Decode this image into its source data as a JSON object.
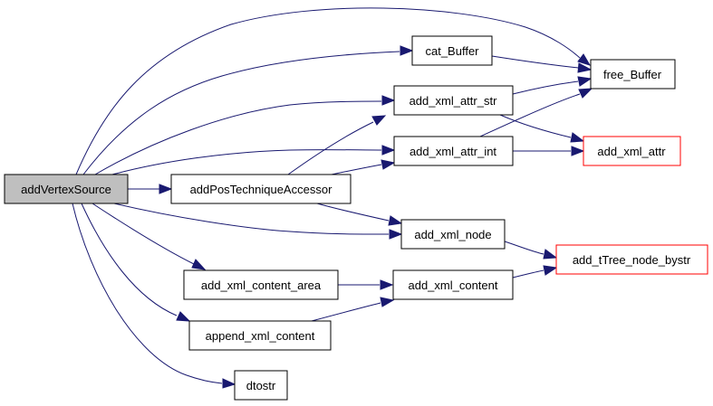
{
  "graph": {
    "nodes": {
      "addVertexSource": "addVertexSource",
      "addPosTechniqueAccessor": "addPosTechniqueAccessor",
      "cat_Buffer": "cat_Buffer",
      "add_xml_attr_str": "add_xml_attr_str",
      "add_xml_attr_int": "add_xml_attr_int",
      "add_xml_node": "add_xml_node",
      "add_xml_content_area": "add_xml_content_area",
      "add_xml_content": "add_xml_content",
      "append_xml_content": "append_xml_content",
      "dtostr": "dtostr",
      "free_Buffer": "free_Buffer",
      "add_xml_attr": "add_xml_attr",
      "add_tTree_node_bystr": "add_tTree_node_bystr"
    },
    "edges": [
      {
        "from": "addVertexSource",
        "to": "addPosTechniqueAccessor"
      },
      {
        "from": "addVertexSource",
        "to": "cat_Buffer"
      },
      {
        "from": "addVertexSource",
        "to": "free_Buffer"
      },
      {
        "from": "addVertexSource",
        "to": "add_xml_attr_str"
      },
      {
        "from": "addVertexSource",
        "to": "add_xml_attr_int"
      },
      {
        "from": "addVertexSource",
        "to": "add_xml_node"
      },
      {
        "from": "addVertexSource",
        "to": "add_xml_content_area"
      },
      {
        "from": "addVertexSource",
        "to": "append_xml_content"
      },
      {
        "from": "addVertexSource",
        "to": "dtostr"
      },
      {
        "from": "addPosTechniqueAccessor",
        "to": "add_xml_attr_str"
      },
      {
        "from": "addPosTechniqueAccessor",
        "to": "add_xml_attr_int"
      },
      {
        "from": "addPosTechniqueAccessor",
        "to": "add_xml_node"
      },
      {
        "from": "cat_Buffer",
        "to": "free_Buffer"
      },
      {
        "from": "add_xml_attr_str",
        "to": "free_Buffer"
      },
      {
        "from": "add_xml_attr_str",
        "to": "add_xml_attr"
      },
      {
        "from": "add_xml_attr_int",
        "to": "free_Buffer"
      },
      {
        "from": "add_xml_attr_int",
        "to": "add_xml_attr"
      },
      {
        "from": "add_xml_node",
        "to": "add_tTree_node_bystr"
      },
      {
        "from": "add_xml_content_area",
        "to": "add_xml_content"
      },
      {
        "from": "append_xml_content",
        "to": "add_xml_content"
      },
      {
        "from": "add_xml_content",
        "to": "add_tTree_node_bystr"
      }
    ]
  }
}
